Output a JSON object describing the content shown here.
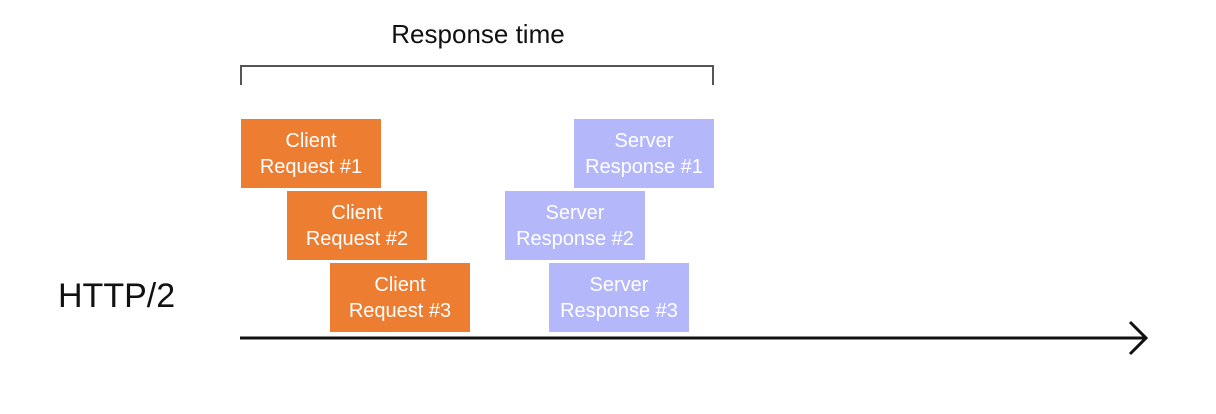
{
  "diagram": {
    "title": "Response time",
    "protocol_label": "HTTP/2",
    "colors": {
      "client": "#ED7D31",
      "server": "#B4B7FA",
      "text": "#111111",
      "bracket": "#555555"
    },
    "client_requests": [
      {
        "line1": "Client",
        "line2": "Request #1"
      },
      {
        "line1": "Client",
        "line2": "Request #2"
      },
      {
        "line1": "Client",
        "line2": "Request #3"
      }
    ],
    "server_responses": [
      {
        "line1": "Server",
        "line2": "Response #1"
      },
      {
        "line1": "Server",
        "line2": "Response #2"
      },
      {
        "line1": "Server",
        "line2": "Response #3"
      }
    ]
  }
}
